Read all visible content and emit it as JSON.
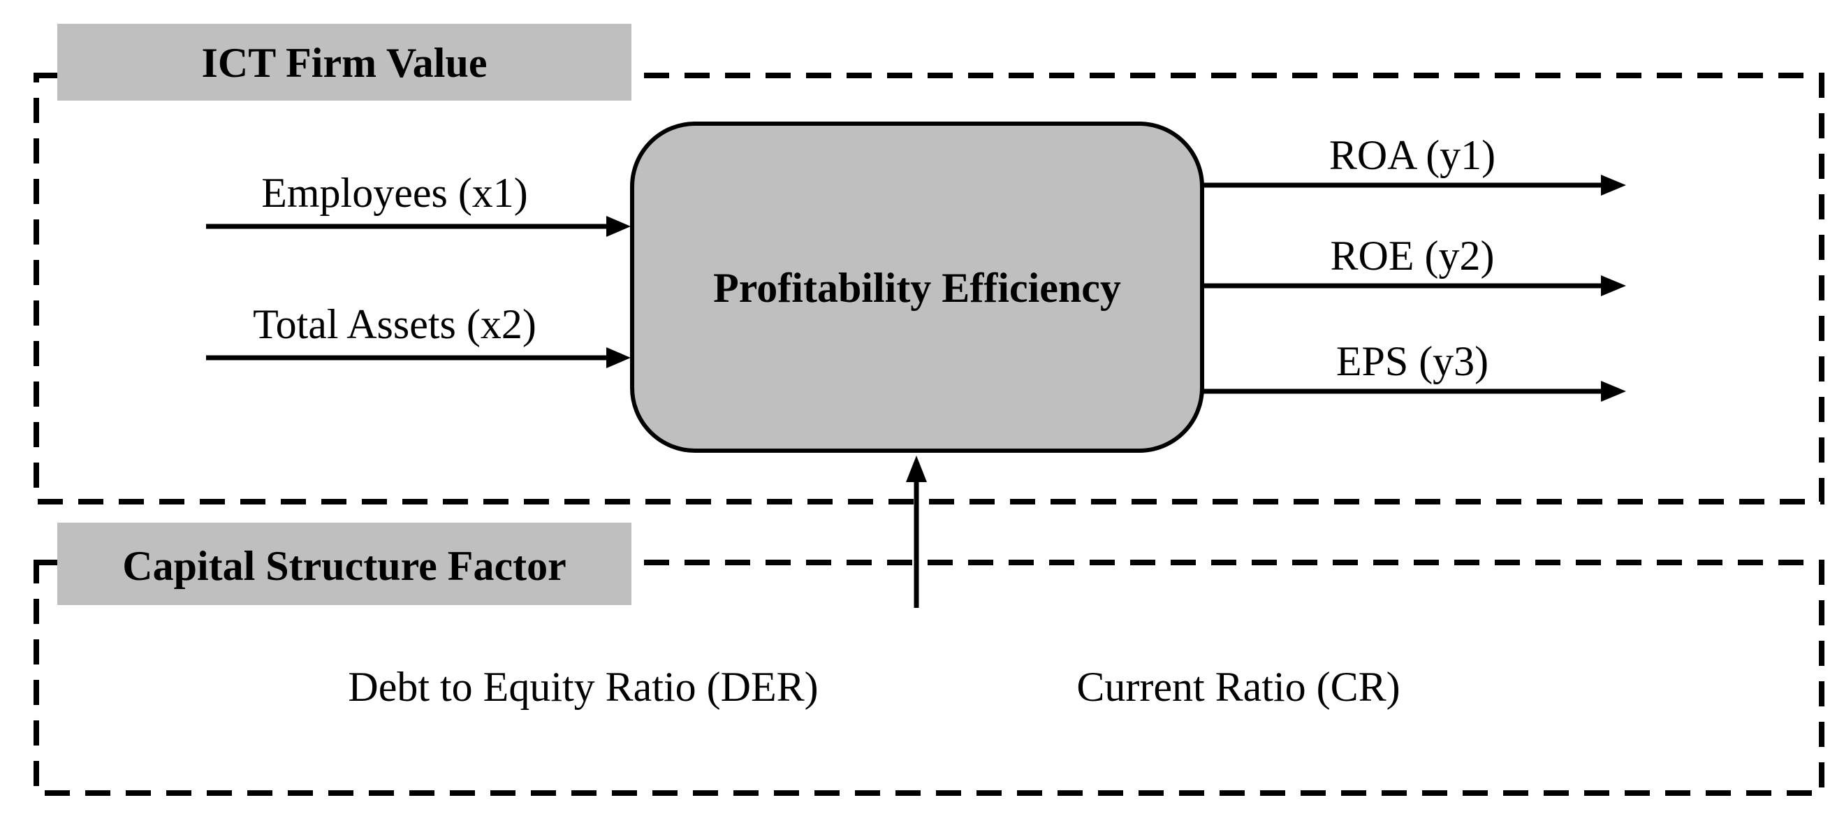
{
  "top_section": {
    "title": "ICT Firm Value"
  },
  "process": {
    "title": "Profitability Efficiency"
  },
  "inputs": [
    {
      "label": "Employees (x1)"
    },
    {
      "label": "Total Assets (x2)"
    }
  ],
  "outputs": [
    {
      "label": "ROA (y1)"
    },
    {
      "label": "ROE (y2)"
    },
    {
      "label": "EPS (y3)"
    }
  ],
  "bottom_section": {
    "title": "Capital Structure Factor",
    "factors": [
      {
        "label": "Debt to Equity Ratio (DER)"
      },
      {
        "label": "Current Ratio (CR)"
      }
    ]
  },
  "colors": {
    "label_fill": "#bfbfbf",
    "process_fill": "#bfbfbf",
    "stroke": "#000000"
  }
}
